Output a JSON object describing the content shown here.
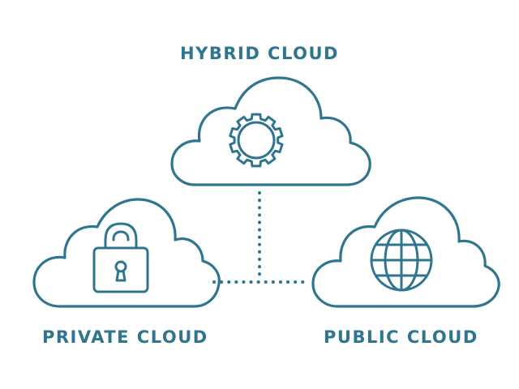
{
  "colors": {
    "stroke": "#2f7590",
    "background": "#ffffff"
  },
  "nodes": {
    "hybrid": {
      "label": "HYBRID CLOUD",
      "icon": "gear-icon"
    },
    "private": {
      "label": "PRIVATE CLOUD",
      "icon": "padlock-icon"
    },
    "public": {
      "label": "PUBLIC CLOUD",
      "icon": "globe-icon"
    }
  },
  "connectors": [
    "hybrid-to-junction",
    "private-to-public"
  ]
}
